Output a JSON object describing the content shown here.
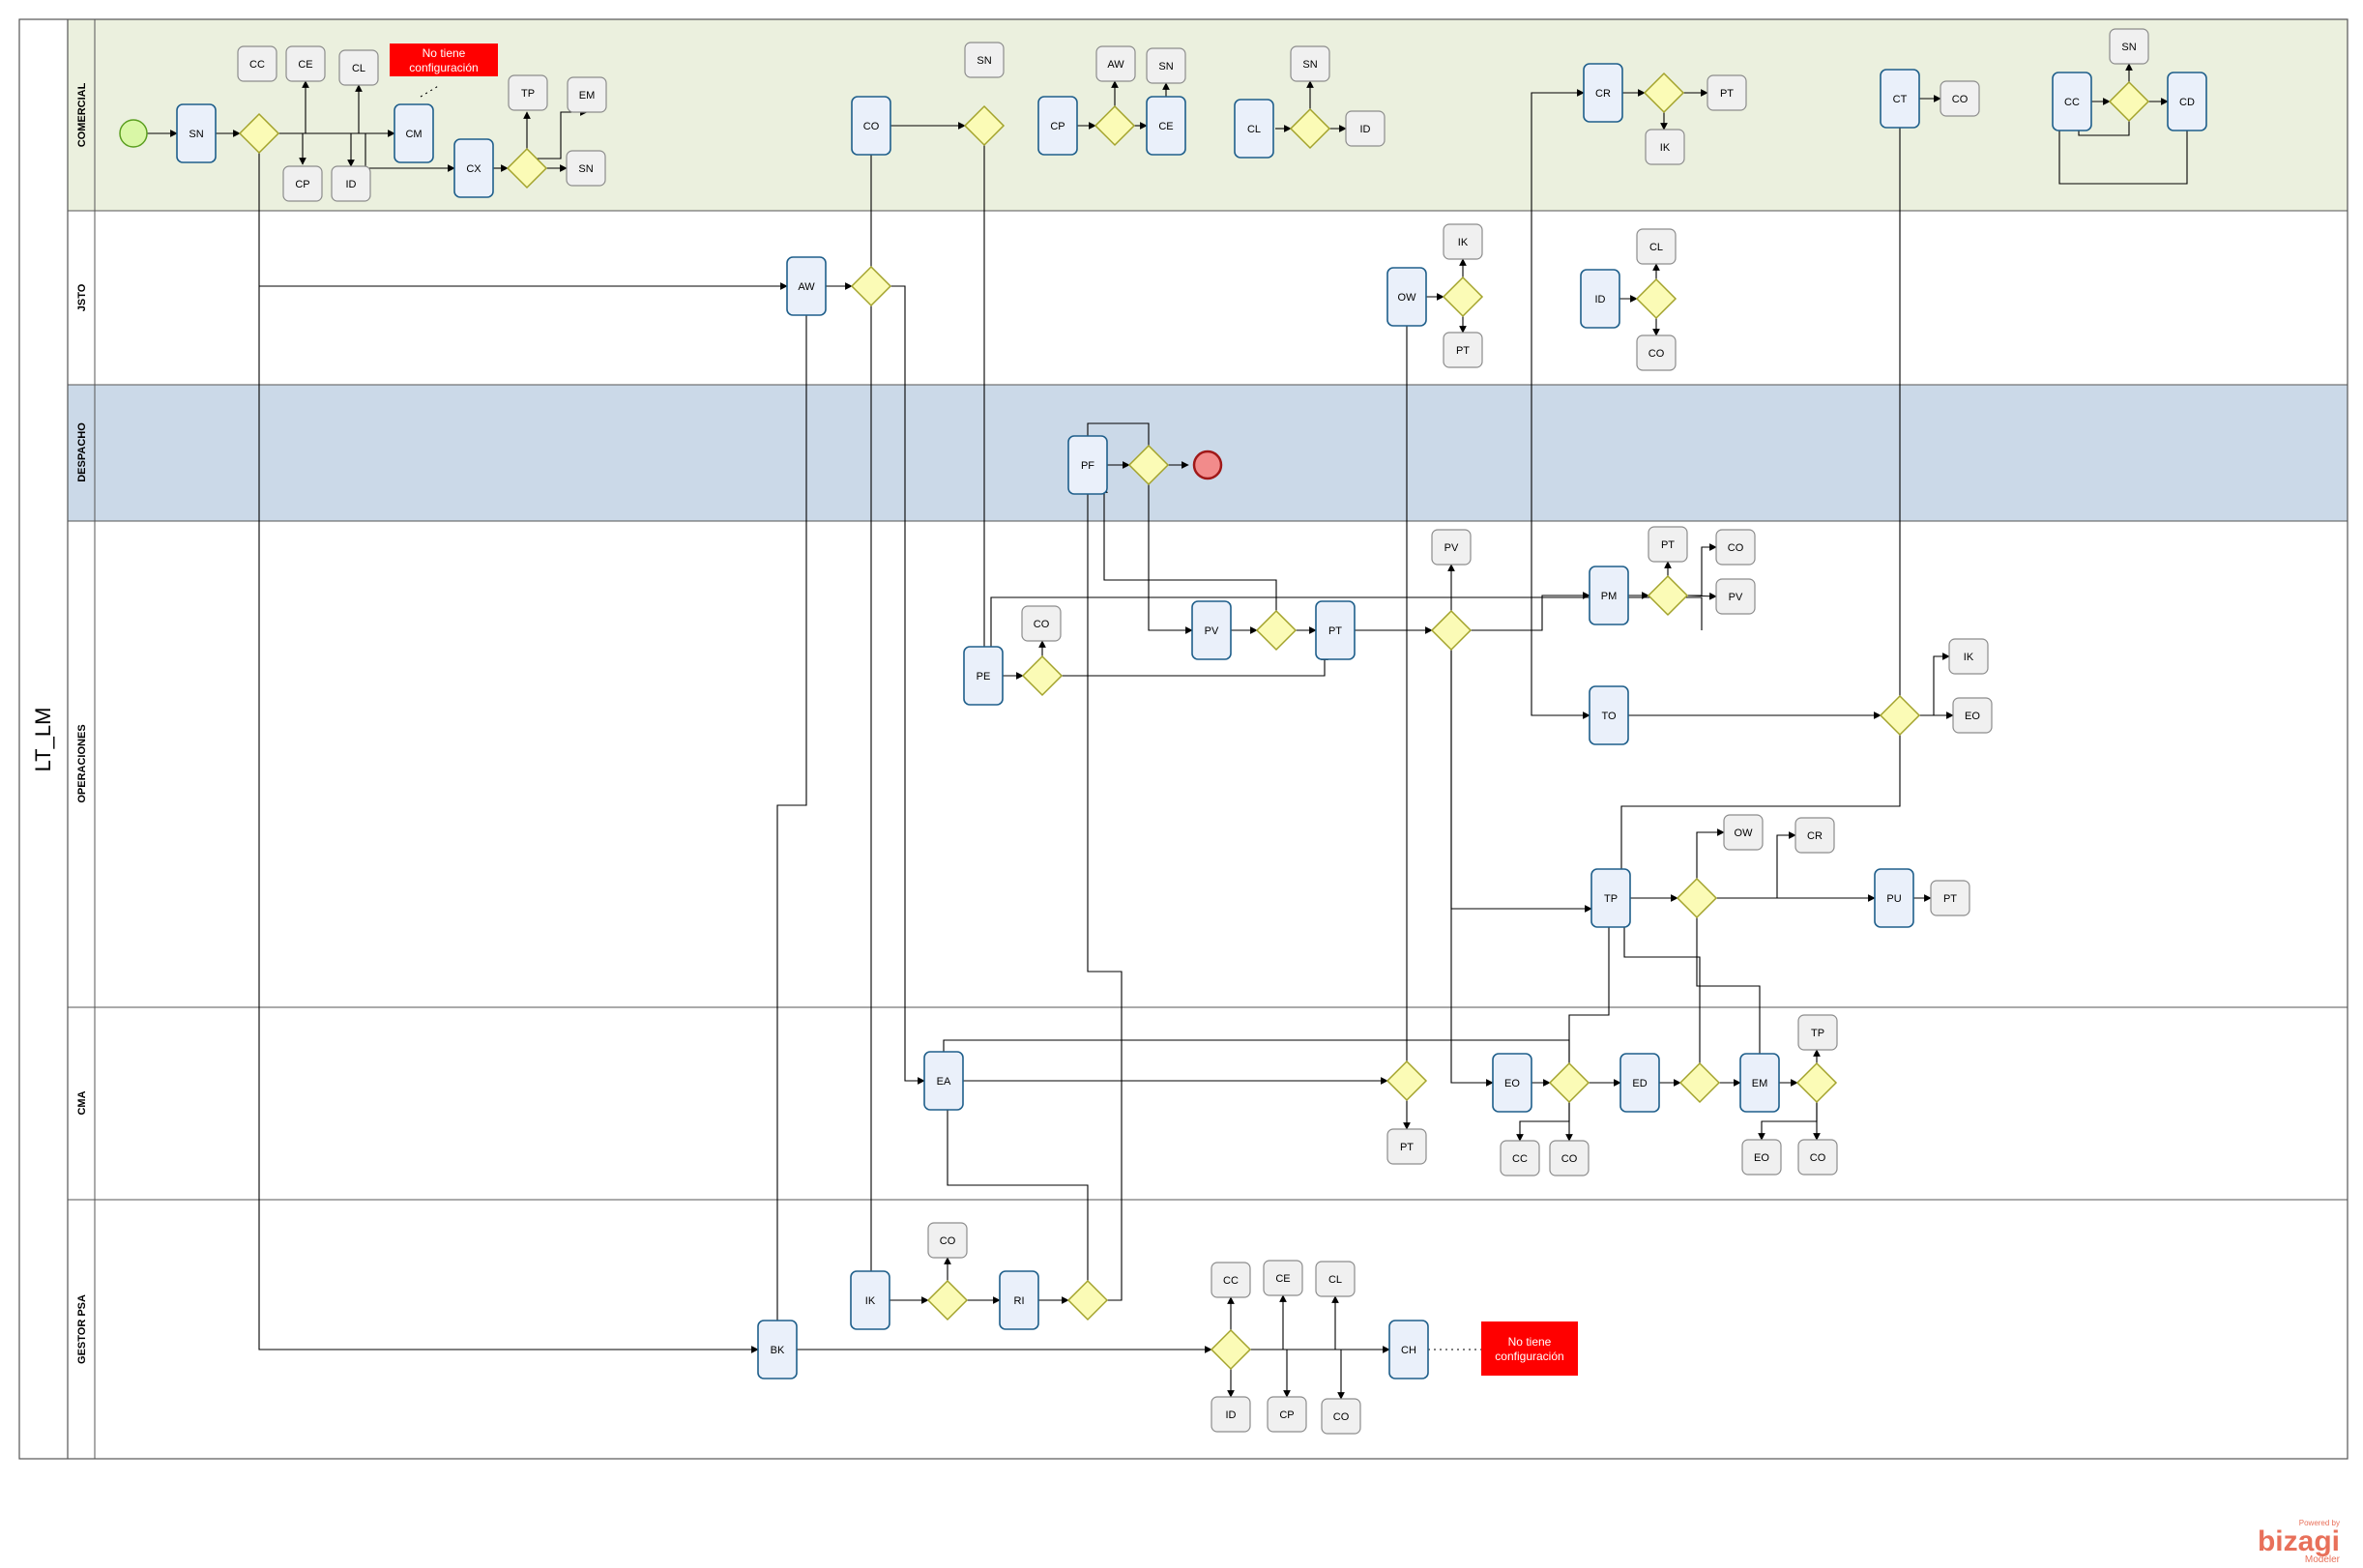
{
  "pool": {
    "title": "LT_LM"
  },
  "lanes": [
    {
      "id": "comercial",
      "title": "COMERCIAL",
      "color": "#ebf0de"
    },
    {
      "id": "jsto",
      "title": "JSTO",
      "color": "#ffffff"
    },
    {
      "id": "despacho",
      "title": "DESPACHO",
      "color": "#cbd9e8"
    },
    {
      "id": "operaciones",
      "title": "OPERACIONES",
      "color": "#ffffff"
    },
    {
      "id": "cma",
      "title": "CMA",
      "color": "#ffffff"
    },
    {
      "id": "gestor",
      "title": "GESTOR PSA",
      "color": "#ffffff"
    }
  ],
  "nodes": [
    {
      "id": "start",
      "type": "start"
    },
    {
      "id": "sn1",
      "type": "task",
      "label": "SN"
    },
    {
      "id": "g1",
      "type": "gateway"
    },
    {
      "id": "cc1",
      "type": "data",
      "label": "CC"
    },
    {
      "id": "ce1",
      "type": "data",
      "label": "CE"
    },
    {
      "id": "cl1",
      "type": "data",
      "label": "CL"
    },
    {
      "id": "cp1",
      "type": "data",
      "label": "CP"
    },
    {
      "id": "id1",
      "type": "data",
      "label": "ID"
    },
    {
      "id": "cm1",
      "type": "task",
      "label": "CM"
    },
    {
      "id": "cx1",
      "type": "task",
      "label": "CX"
    },
    {
      "id": "g2",
      "type": "gateway"
    },
    {
      "id": "tp1",
      "type": "data",
      "label": "TP"
    },
    {
      "id": "em1",
      "type": "data",
      "label": "EM"
    },
    {
      "id": "sn2",
      "type": "data",
      "label": "SN"
    },
    {
      "id": "note1",
      "type": "note",
      "label1": "No  tiene",
      "label2": "configuración"
    },
    {
      "id": "co2",
      "type": "task",
      "label": "CO"
    },
    {
      "id": "g3",
      "type": "gateway"
    },
    {
      "id": "sn3",
      "type": "data",
      "label": "SN"
    },
    {
      "id": "cp2",
      "type": "task",
      "label": "CP"
    },
    {
      "id": "g4",
      "type": "gateway"
    },
    {
      "id": "ce2",
      "type": "task",
      "label": "CE"
    },
    {
      "id": "aw1",
      "type": "data",
      "label": "AW"
    },
    {
      "id": "sn4",
      "type": "data",
      "label": "SN"
    },
    {
      "id": "cl2",
      "type": "task",
      "label": "CL"
    },
    {
      "id": "g5",
      "type": "gateway"
    },
    {
      "id": "sn5",
      "type": "data",
      "label": "SN"
    },
    {
      "id": "id2",
      "type": "data",
      "label": "ID"
    },
    {
      "id": "cr1",
      "type": "task",
      "label": "CR"
    },
    {
      "id": "g6",
      "type": "gateway"
    },
    {
      "id": "pt1",
      "type": "data",
      "label": "PT"
    },
    {
      "id": "ik1",
      "type": "data",
      "label": "IK"
    },
    {
      "id": "ct1",
      "type": "task",
      "label": "CT"
    },
    {
      "id": "co3",
      "type": "data",
      "label": "CO"
    },
    {
      "id": "cc2",
      "type": "task",
      "label": "CC"
    },
    {
      "id": "g7",
      "type": "gateway"
    },
    {
      "id": "sn6",
      "type": "data",
      "label": "SN"
    },
    {
      "id": "cd1",
      "type": "task",
      "label": "CD"
    },
    {
      "id": "aw2",
      "type": "task",
      "label": "AW"
    },
    {
      "id": "g8",
      "type": "gateway"
    },
    {
      "id": "ow1",
      "type": "task",
      "label": "OW"
    },
    {
      "id": "g9",
      "type": "gateway"
    },
    {
      "id": "ik2",
      "type": "data",
      "label": "IK"
    },
    {
      "id": "pt2",
      "type": "data",
      "label": "PT"
    },
    {
      "id": "id3",
      "type": "task",
      "label": "ID"
    },
    {
      "id": "g10",
      "type": "gateway"
    },
    {
      "id": "cl3",
      "type": "data",
      "label": "CL"
    },
    {
      "id": "co4",
      "type": "data",
      "label": "CO"
    },
    {
      "id": "pf1",
      "type": "task",
      "label": "PF"
    },
    {
      "id": "g11",
      "type": "gateway"
    },
    {
      "id": "end",
      "type": "end"
    },
    {
      "id": "pe1",
      "type": "task",
      "label": "PE"
    },
    {
      "id": "g12",
      "type": "gateway"
    },
    {
      "id": "co5",
      "type": "data",
      "label": "CO"
    },
    {
      "id": "pv1",
      "type": "task",
      "label": "PV"
    },
    {
      "id": "g13",
      "type": "gateway"
    },
    {
      "id": "pt3",
      "type": "task",
      "label": "PT"
    },
    {
      "id": "g14",
      "type": "gateway"
    },
    {
      "id": "pv2",
      "type": "data",
      "label": "PV"
    },
    {
      "id": "pm1",
      "type": "task",
      "label": "PM"
    },
    {
      "id": "g15",
      "type": "gateway"
    },
    {
      "id": "pt4",
      "type": "data",
      "label": "PT"
    },
    {
      "id": "co6",
      "type": "data",
      "label": "CO"
    },
    {
      "id": "pv3",
      "type": "data",
      "label": "PV"
    },
    {
      "id": "to1",
      "type": "task",
      "label": "TO"
    },
    {
      "id": "g16",
      "type": "gateway"
    },
    {
      "id": "ik3",
      "type": "data",
      "label": "IK"
    },
    {
      "id": "eo1",
      "type": "data",
      "label": "EO"
    },
    {
      "id": "tp2",
      "type": "task",
      "label": "TP"
    },
    {
      "id": "g17",
      "type": "gateway"
    },
    {
      "id": "ow2",
      "type": "data",
      "label": "OW"
    },
    {
      "id": "cr2",
      "type": "data",
      "label": "CR"
    },
    {
      "id": "pu1",
      "type": "task",
      "label": "PU"
    },
    {
      "id": "pt5",
      "type": "data",
      "label": "PT"
    },
    {
      "id": "ea1",
      "type": "task",
      "label": "EA"
    },
    {
      "id": "g18",
      "type": "gateway"
    },
    {
      "id": "pt6",
      "type": "data",
      "label": "PT"
    },
    {
      "id": "eo2",
      "type": "task",
      "label": "EO"
    },
    {
      "id": "g19",
      "type": "gateway"
    },
    {
      "id": "cc3",
      "type": "data",
      "label": "CC"
    },
    {
      "id": "co7",
      "type": "data",
      "label": "CO"
    },
    {
      "id": "ed1",
      "type": "task",
      "label": "ED"
    },
    {
      "id": "g20",
      "type": "gateway"
    },
    {
      "id": "em2",
      "type": "task",
      "label": "EM"
    },
    {
      "id": "g21",
      "type": "gateway"
    },
    {
      "id": "tp3",
      "type": "data",
      "label": "TP"
    },
    {
      "id": "eo3",
      "type": "data",
      "label": "EO"
    },
    {
      "id": "co8",
      "type": "data",
      "label": "CO"
    },
    {
      "id": "ik4",
      "type": "task",
      "label": "IK"
    },
    {
      "id": "g22",
      "type": "gateway"
    },
    {
      "id": "co9",
      "type": "data",
      "label": "CO"
    },
    {
      "id": "ri1",
      "type": "task",
      "label": "RI"
    },
    {
      "id": "g23",
      "type": "gateway"
    },
    {
      "id": "bk1",
      "type": "task",
      "label": "BK"
    },
    {
      "id": "g24",
      "type": "gateway"
    },
    {
      "id": "cc4",
      "type": "data",
      "label": "CC"
    },
    {
      "id": "ce3",
      "type": "data",
      "label": "CE"
    },
    {
      "id": "cl4",
      "type": "data",
      "label": "CL"
    },
    {
      "id": "id4",
      "type": "data",
      "label": "ID"
    },
    {
      "id": "cp3",
      "type": "data",
      "label": "CP"
    },
    {
      "id": "co10",
      "type": "data",
      "label": "CO"
    },
    {
      "id": "ch1",
      "type": "task",
      "label": "CH"
    },
    {
      "id": "note2",
      "type": "note",
      "label1": "No  tiene",
      "label2": "configuración"
    }
  ],
  "watermark": {
    "top": "Powered by",
    "main": "bizagi",
    "sub": "Modeler"
  },
  "colors": {
    "task_fill": "#eaf0fa",
    "task_stroke": "#1f5f8b",
    "data_fill": "#f0f0f0",
    "data_stroke": "#8c8c8c",
    "gateway_fill": "#fbfbb6",
    "gateway_stroke": "#a3a32c",
    "start_fill": "#d9f7a6",
    "start_stroke": "#5a9e1f",
    "end_fill": "#f28b8b",
    "end_stroke": "#a01818",
    "note_fill": "#ff0000",
    "line": "#000000"
  }
}
